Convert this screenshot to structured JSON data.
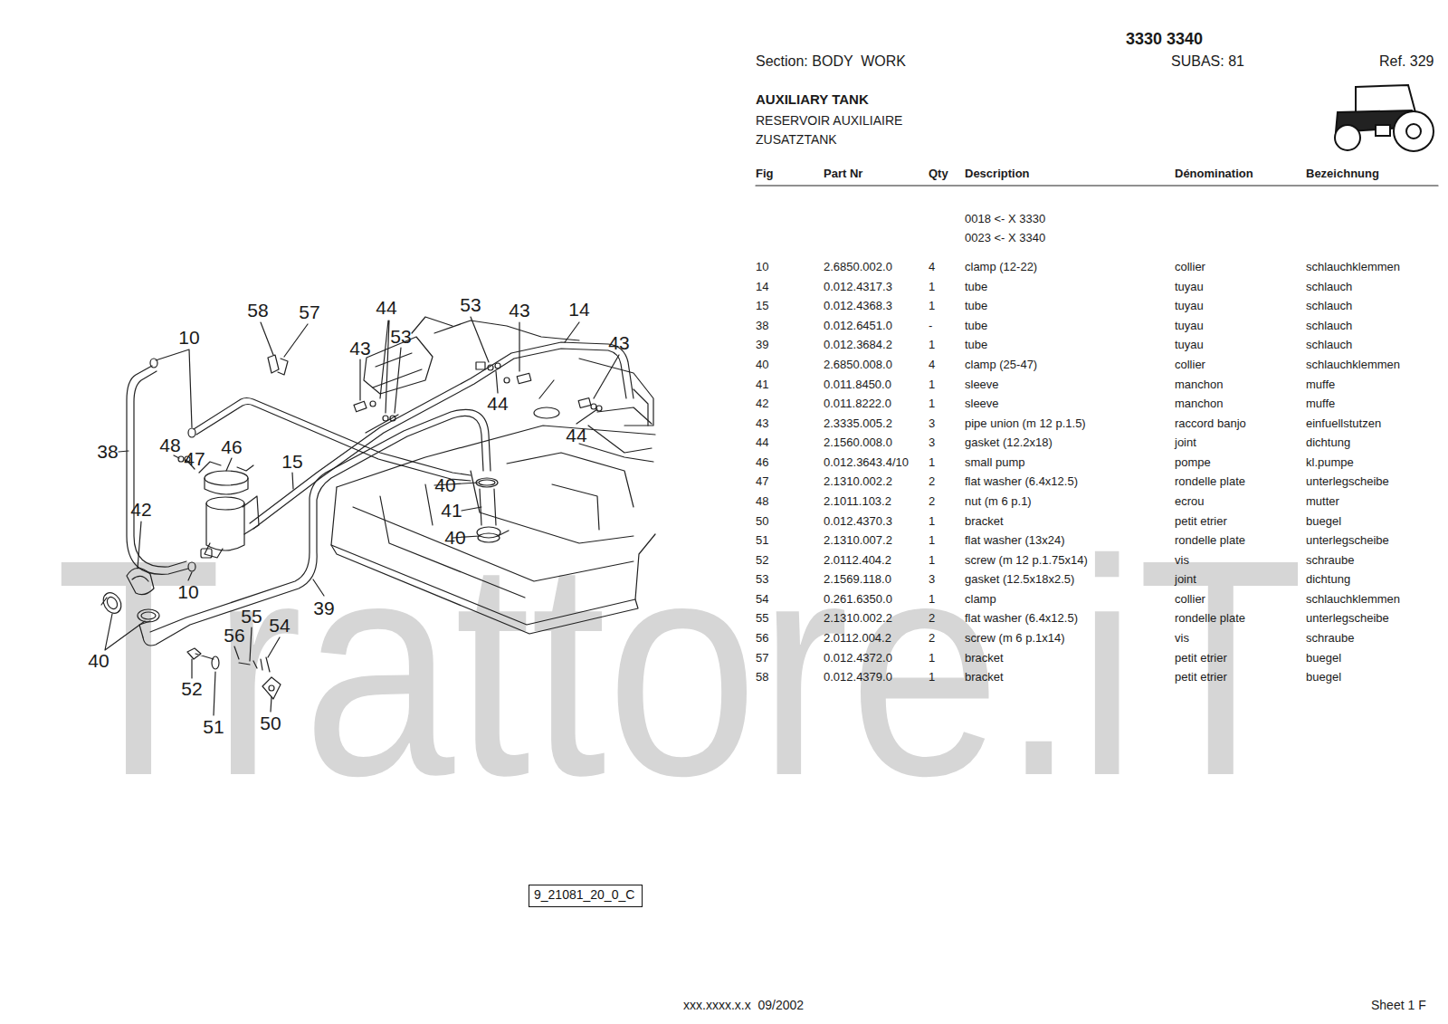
{
  "diagram": {
    "title": "AUXILIARY TANK",
    "nodes": [
      {
        "text": [
          "9_21081_20_0_C"
        ]
      }
    ],
    "labels": [
      "3330 3340",
      "Section: BODY  WORK",
      "SUBAS: 81",
      "Ref. 329",
      "RESERVOIR AUXILIAIRE",
      "ZUSATZTANK",
      "Fig",
      "Part Nr",
      "Qty",
      "Description",
      "Dénomination",
      "Bezeichnung",
      "0018 <- X 3330",
      "0023 <- X 3340",
      "10",
      "2.6850.002.0",
      "4",
      "clamp (12-22)",
      "collier",
      "schlauchklemmen",
      "14",
      "0.012.4317.3",
      "1",
      "tube",
      "tuyau",
      "schlauch",
      "15",
      "0.012.4368.3",
      "1",
      "tube",
      "tuyau",
      "schlauch",
      "38",
      "0.012.6451.0",
      "-",
      "tube",
      "tuyau",
      "schlauch",
      "39",
      "0.012.3684.2",
      "1",
      "tube",
      "tuyau",
      "schlauch",
      "40",
      "2.6850.008.0",
      "4",
      "clamp (25-47)",
      "collier",
      "schlauchklemmen",
      "41",
      "0.011.8450.0",
      "1",
      "sleeve",
      "manchon",
      "muffe",
      "42",
      "0.011.8222.0",
      "1",
      "sleeve",
      "manchon",
      "muffe",
      "43",
      "2.3335.005.2",
      "3",
      "pipe union (m 12 p.1.5)",
      "raccord banjo",
      "einfuellstutzen",
      "44",
      "2.1560.008.0",
      "3",
      "gasket (12.2x18)",
      "joint",
      "dichtung",
      "46",
      "0.012.3643.4/10",
      "1",
      "small pump",
      "pompe",
      "kl.pumpe",
      "47",
      "2.1310.002.2",
      "2",
      "flat washer (6.4x12.5)",
      "rondelle plate",
      "unterlegscheibe",
      "48",
      "2.1011.103.2",
      "2",
      "nut (m 6 p.1)",
      "ecrou",
      "mutter",
      "50",
      "0.012.4370.3",
      "1",
      "bracket",
      "petit etrier",
      "buegel",
      "51",
      "2.1310.007.2",
      "1",
      "flat washer (13x24)",
      "rondelle plate",
      "unterlegscheibe",
      "52",
      "2.0112.404.2",
      "1",
      "screw (m 12 p.1.75x14)",
      "vis",
      "schraube",
      "53",
      "2.1569.118.0",
      "3",
      "gasket (12.5x18x2.5)",
      "joint",
      "dichtung",
      "54",
      "0.261.6350.0",
      "1",
      "clamp",
      "collier",
      "schlauchklemmen",
      "55",
      "2.1310.002.2",
      "2",
      "flat washer (6.4x12.5)",
      "rondelle plate",
      "unterlegscheibe",
      "56",
      "2.0112.004.2",
      "2",
      "screw (m 6 p.1x14)",
      "vis",
      "schraube",
      "57",
      "0.012.4372.0",
      "1",
      "bracket",
      "petit etrier",
      "buegel",
      "58",
      "0.012.4379.0",
      "1",
      "bracket",
      "petit etrier",
      "buegel",
      "58",
      "57",
      "44",
      "53",
      "43",
      "14",
      "10",
      "53",
      "43",
      "43",
      "44",
      "44",
      "38",
      "48",
      "47",
      "46",
      "15",
      "40",
      "41",
      "42",
      "40",
      "10",
      "39",
      "55",
      "54",
      "56",
      "40",
      "52",
      "51",
      "50",
      "Trattore.iT",
      "xxx.xxxx.x.x  09/2002",
      "Sheet 1 F"
    ]
  }
}
